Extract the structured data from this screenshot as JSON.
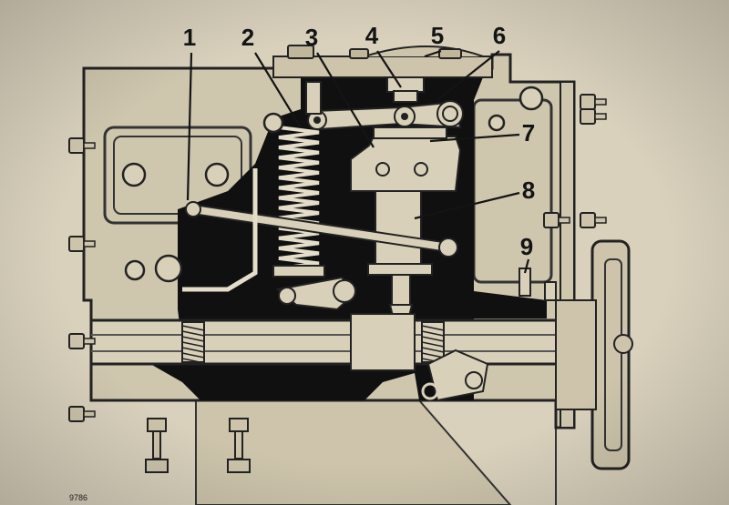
{
  "diagram": {
    "callouts": [
      {
        "label": "1",
        "part": "control-rod-lever"
      },
      {
        "label": "2",
        "part": "governor-spring"
      },
      {
        "label": "3",
        "part": "pump-element"
      },
      {
        "label": "4",
        "part": "delivery-valve-holder"
      },
      {
        "label": "5",
        "part": "top-cover"
      },
      {
        "label": "6",
        "part": "rocker-arm"
      },
      {
        "label": "7",
        "part": "plunger-spring"
      },
      {
        "label": "8",
        "part": "tappet"
      },
      {
        "label": "9",
        "part": "drive-dog"
      }
    ],
    "plate_number": "9786"
  },
  "colors": {
    "paper": "#d9d1bc",
    "body": "#cfc6ae",
    "ink": "#141414",
    "light": "#e4ddca"
  }
}
